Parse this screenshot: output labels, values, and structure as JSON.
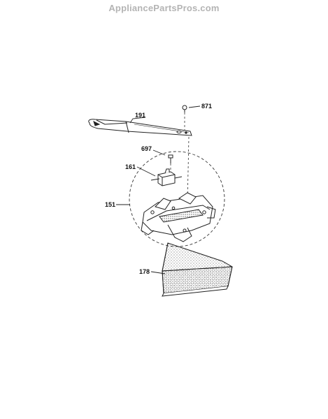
{
  "watermark": "AppliancePartsPros.com",
  "callouts": [
    {
      "id": "871",
      "label": "871"
    },
    {
      "id": "191",
      "label": "191"
    },
    {
      "id": "697",
      "label": "697"
    },
    {
      "id": "161",
      "label": "161"
    },
    {
      "id": "151",
      "label": "151"
    },
    {
      "id": "178",
      "label": "178"
    }
  ]
}
